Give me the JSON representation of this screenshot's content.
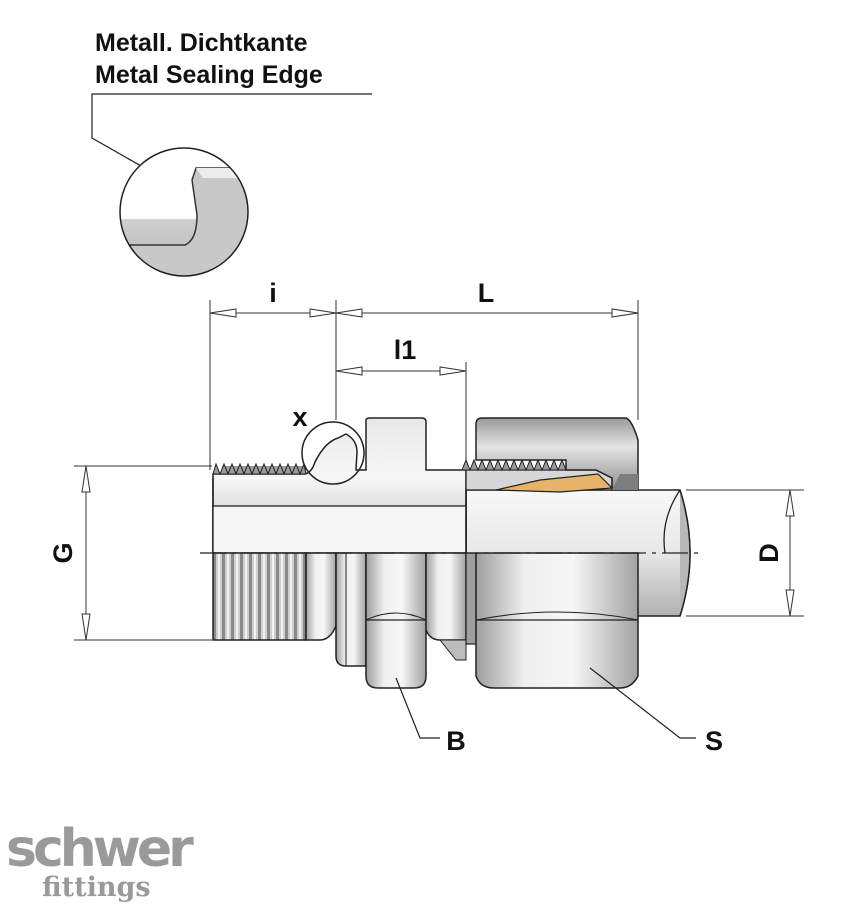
{
  "caption": {
    "line_de": "Metall. Dichtkante",
    "line_en": "Metal Sealing Edge"
  },
  "dimensions": {
    "i": "i",
    "L": "L",
    "l1": "l1",
    "x": "x",
    "G": "G",
    "D": "D",
    "B": "B",
    "S": "S"
  },
  "logo": {
    "word1": "schwer",
    "word2": "fittings"
  },
  "colors": {
    "metal_light": "#f2f2f2",
    "metal_mid": "#c9c9c9",
    "metal_dark": "#8d8d8d",
    "ring": "#e6b36a",
    "logo_gray": "#9a9a9a"
  }
}
